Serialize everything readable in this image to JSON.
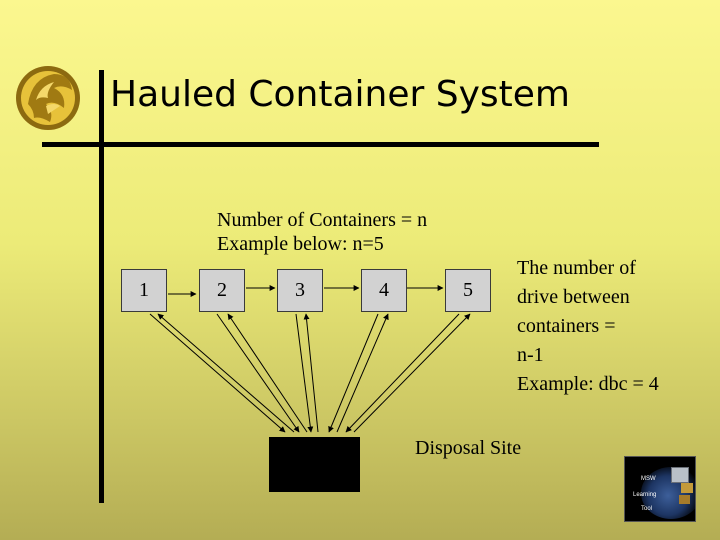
{
  "title": "Hauled Container System",
  "containers_note": {
    "line1": "Number of Containers = n",
    "line2": "Example below:  n=5"
  },
  "containers": [
    "1",
    "2",
    "3",
    "4",
    "5"
  ],
  "drives_note": {
    "line1": "The number of",
    "line2": "drive between",
    "line3": "containers =",
    "line4": "n-1",
    "line5": "Example:  dbc = 4"
  },
  "disposal_label": "Disposal Site",
  "msw_logo": {
    "line1": "MSW",
    "line2": "Learning",
    "line3": "Tool"
  },
  "colors": {
    "background_top": "#fbf78f",
    "background_bottom": "#b4ad54",
    "container_fill": "#d2d2d2",
    "site_fill": "#000000"
  },
  "icons": {
    "top_left": "university-pegasus-logo-icon",
    "bottom_right": "msw-learning-tool-logo-icon"
  }
}
